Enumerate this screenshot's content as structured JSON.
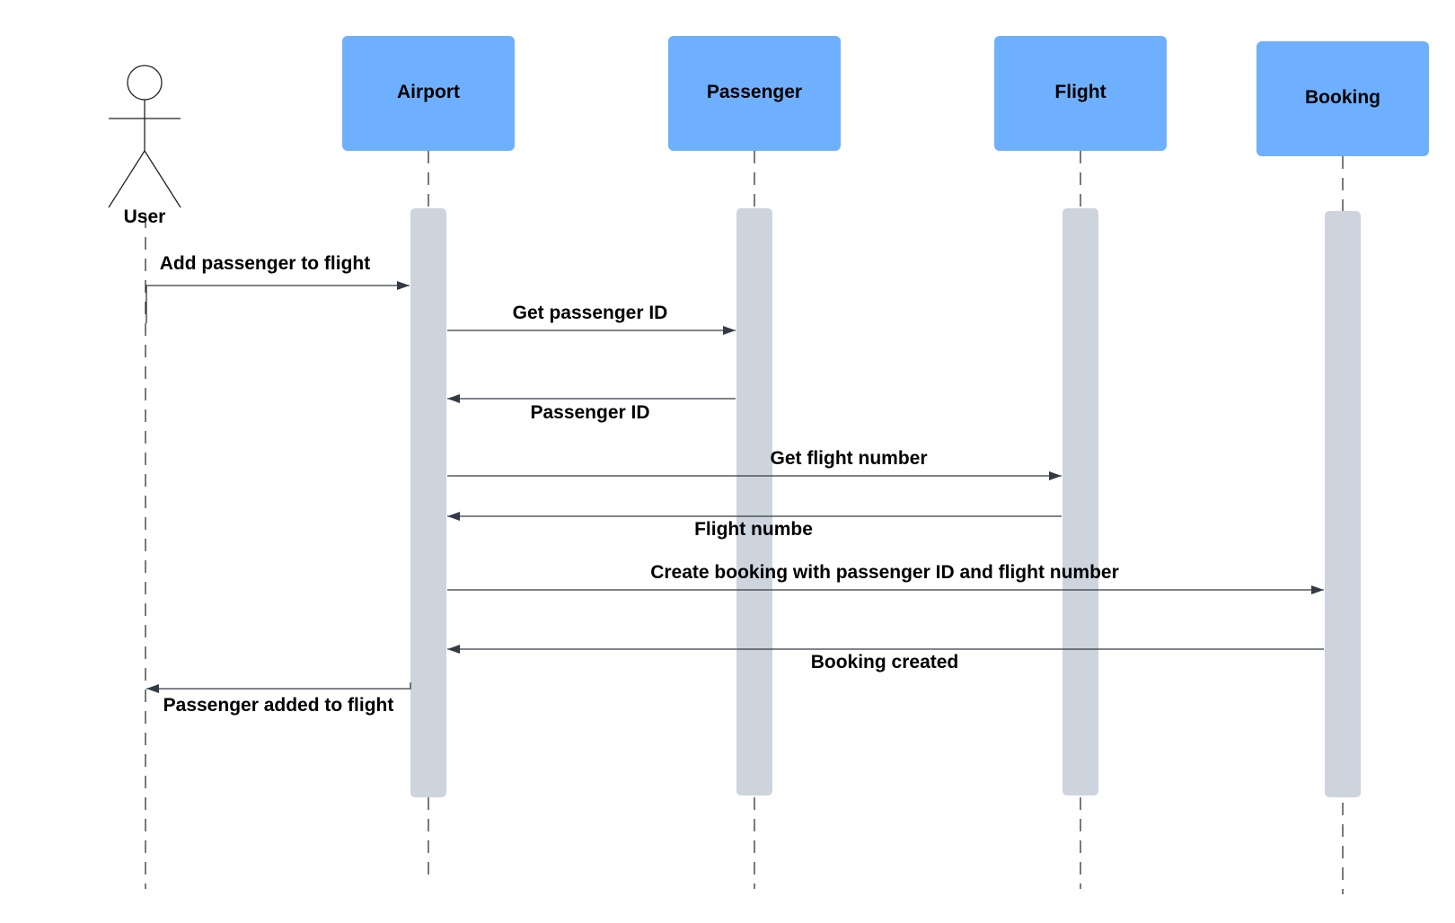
{
  "actor": {
    "label": "User"
  },
  "participants": [
    {
      "label": "Airport"
    },
    {
      "label": "Passenger"
    },
    {
      "label": "Flight"
    },
    {
      "label": "Booking"
    }
  ],
  "messages": [
    {
      "label": "Add passenger to flight"
    },
    {
      "label": "Get passenger ID"
    },
    {
      "label": "Passenger ID"
    },
    {
      "label": "Get flight number"
    },
    {
      "label": "Flight numbe"
    },
    {
      "label": "Create booking with passenger ID and flight number"
    },
    {
      "label": "Booking created"
    },
    {
      "label": "Passenger added to flight"
    }
  ],
  "colors": {
    "participant_fill": "#6eb0fe",
    "activation_fill": "#cdd4de",
    "arrow": "#333a44"
  }
}
